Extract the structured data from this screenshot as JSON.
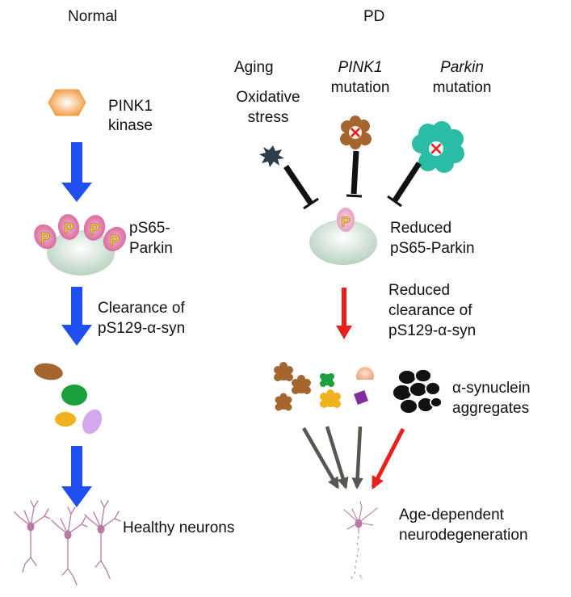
{
  "panels": {
    "normal": {
      "title": "Normal",
      "kinase_label": [
        "PINK1",
        "kinase"
      ],
      "parkin_label": [
        "pS65-",
        "Parkin"
      ],
      "clearance_label": [
        "Clearance of",
        "pS129-α-syn"
      ],
      "outcome_label": "Healthy neurons"
    },
    "pd": {
      "title": "PD",
      "factors": {
        "aging": "Aging",
        "oxidative": [
          "Oxidative",
          "stress"
        ],
        "pink1_gene": "PINK1",
        "pink1_word": "mutation",
        "parkin_gene": "Parkin",
        "parkin_word": "mutation"
      },
      "parkin_label": [
        "Reduced",
        "pS65-Parkin"
      ],
      "clearance_label": [
        "Reduced",
        "clearance of",
        "pS129-α-syn"
      ],
      "aggregates_label": [
        "α-synuclein",
        "aggregates"
      ],
      "outcome_label": [
        "Age-dependent",
        "neurodegeneration"
      ]
    }
  },
  "phospho_mark": "P",
  "colors": {
    "flow_arrow": "#1f4ff0",
    "reduced_arrow": "#e8201c",
    "converge_arrow": "#555750",
    "inhibitor": "#111111",
    "kinase": "#f39a3f",
    "parkin_body": "#b8d2bf",
    "phospho_bubble": "#d9649a",
    "phospho_letter": "#f6d438",
    "brown": "#a5652e",
    "green": "#1aa03c",
    "yellow": "#f0b21f",
    "lilac": "#d2a8ee",
    "teal": "#2bbca5",
    "dark_slate": "#2b3e49",
    "purple": "#7e2e9e",
    "peach": "#f4b38e",
    "neuron": "#b87aa2"
  }
}
